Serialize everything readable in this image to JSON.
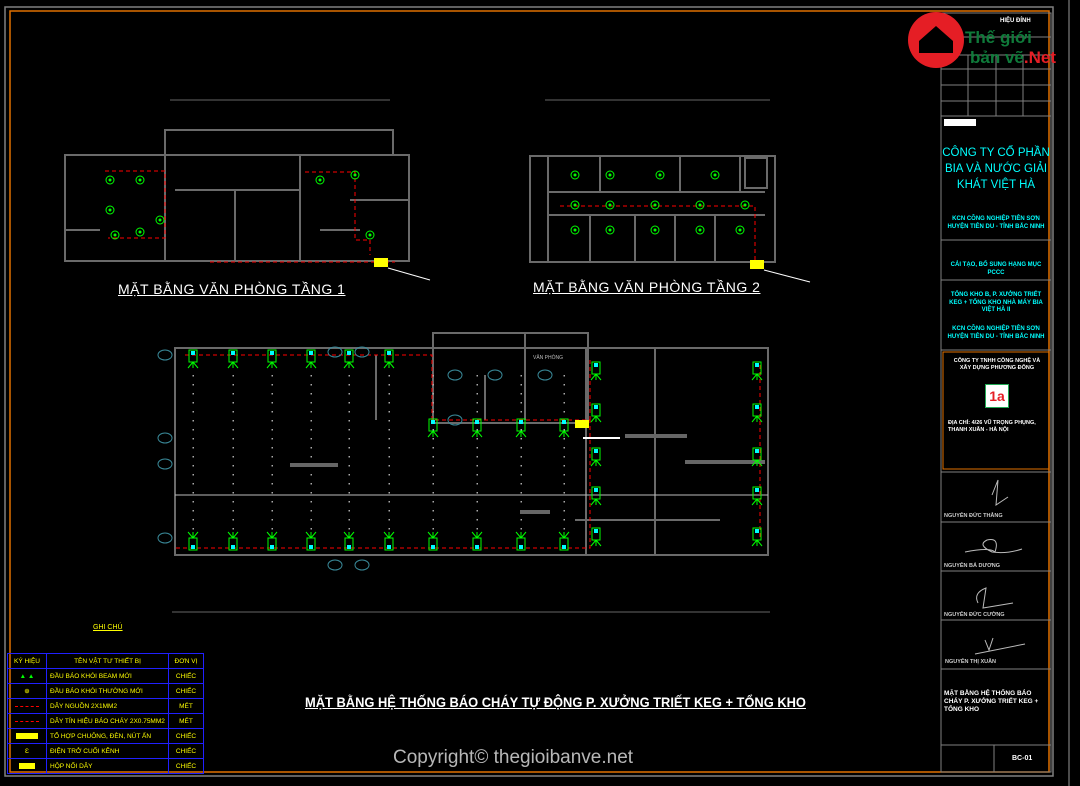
{
  "drawing": {
    "floor1_title": "MẶT BẰNG VĂN PHÒNG TẦNG 1",
    "floor2_title": "MẶT BẰNG VĂN PHÒNG TẦNG 2",
    "main_title": "MẶT BẰNG HỆ THỐNG BÁO CHÁY TỰ ĐỘNG P. XƯỞNG TRIẾT KEG + TỔNG KHO",
    "room_label": "VĂN PHÒNG"
  },
  "legend": {
    "title": "GHI CHÚ",
    "headers": [
      "KÝ HIỆU",
      "TÊN VẬT TƯ THIẾT BỊ",
      "ĐƠN VỊ"
    ],
    "rows": [
      {
        "name": "ĐẦU BÁO KHÓI BEAM MỚI",
        "unit": "CHIẾC",
        "symbol": "beam-detector"
      },
      {
        "name": "ĐẦU BÁO KHÓI THƯỜNG MỚI",
        "unit": "CHIẾC",
        "symbol": "smoke-detector"
      },
      {
        "name": "DÂY NGUỒN 2X1MM2",
        "unit": "MÉT",
        "symbol": "power-wire"
      },
      {
        "name": "DÂY TÍN HIỆU BÁO CHÁY 2X0.75MM2",
        "unit": "MÉT",
        "symbol": "signal-wire"
      },
      {
        "name": "TỔ HỢP CHUÔNG, ĐÈN, NÚT ẤN",
        "unit": "CHIẾC",
        "symbol": "bell-light-button"
      },
      {
        "name": "ĐIỆN TRỞ CUỐI KÊNH",
        "unit": "CHIẾC",
        "symbol": "end-resistor"
      },
      {
        "name": "HỘP NỐI DÂY",
        "unit": "CHIẾC",
        "symbol": "junction-box"
      }
    ]
  },
  "title_block": {
    "revision_label": "HIỆU ĐÍNH",
    "client": "CÔNG TY CỔ PHẦN BIA VÀ NƯỚC GIẢI KHÁT VIỆT HÀ",
    "client_address": "KCN CÔNG NGHIỆP TIÊN SƠN HUYỆN TIÊN DU - TỈNH BẮC NINH",
    "project": "CẢI TẠO, BỔ SUNG HẠNG MỤC PCCC",
    "item": "TỔNG KHO B, P. XƯỞNG TRIẾT KEG + TỔNG KHO NHÀ MÁY BIA VIỆT HÀ II",
    "item_address": "KCN CÔNG NGHIỆP TIÊN SƠN HUYỆN TIÊN DU - TỈNH BẮC NINH",
    "consultant": "CÔNG TY TNHH CÔNG NGHỆ VÀ XÂY DỰNG PHƯƠNG ĐÔNG",
    "consultant_address": "ĐỊA CHỈ: 4/26 VŨ TRỌNG PHỤNG, THANH XUÂN - HÀ NỘI",
    "signatories": [
      "NGUYỄN ĐỨC THẮNG",
      "NGUYỄN BÁ DƯƠNG",
      "NGUYỄN ĐỨC CƯỜNG",
      "NGUYỄN THỊ XUÂN"
    ],
    "drawing_name": "MẶT BẰNG HỆ THỐNG BÁO CHÁY P. XƯỞNG TRIẾT KEG + TỔNG KHO",
    "drawing_number": "BC-01"
  },
  "watermark": {
    "logo_line1": "Thế giới",
    "logo_line2": "bản vẽ",
    "logo_suffix": ".Net",
    "copyright": "Copyright© thegioibanve.net"
  },
  "colors": {
    "frame": "#808080",
    "orange": "#e07000",
    "detector": "#00ff00",
    "wire": "#ff0000",
    "label": "#ffff00",
    "cyan": "#00ffff"
  }
}
